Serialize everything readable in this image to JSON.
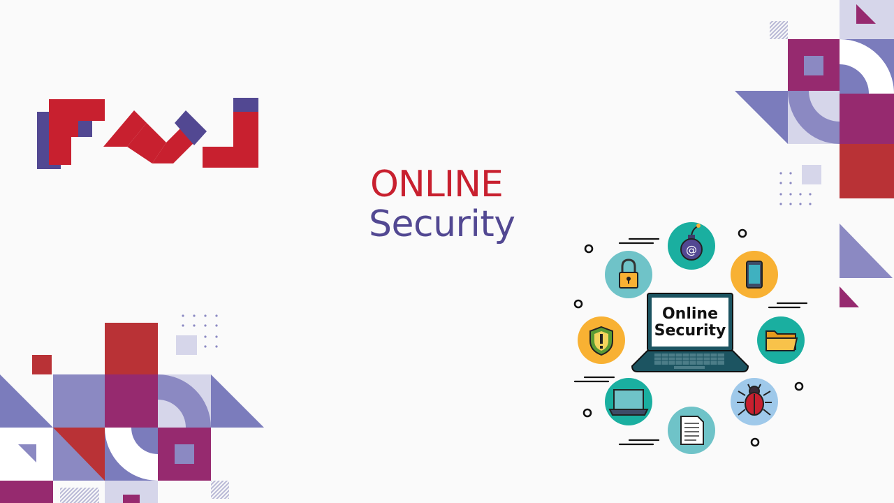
{
  "slide": {
    "title_line1": "ONLINE",
    "title_line2": "Security"
  },
  "illustration": {
    "screen_line1": "Online",
    "screen_line2": "Security",
    "icons": [
      "bomb-email-icon",
      "phone-icon",
      "folder-icon",
      "bug-icon",
      "document-icon",
      "laptop-icon",
      "shield-icon",
      "padlock-icon"
    ]
  },
  "colors": {
    "brand_red": "#c8202f",
    "brand_purple": "#524892",
    "teal": "#1aafa0",
    "yellow": "#f8b133",
    "magenta": "#962a6f",
    "lavender": "#7b7cbc"
  }
}
